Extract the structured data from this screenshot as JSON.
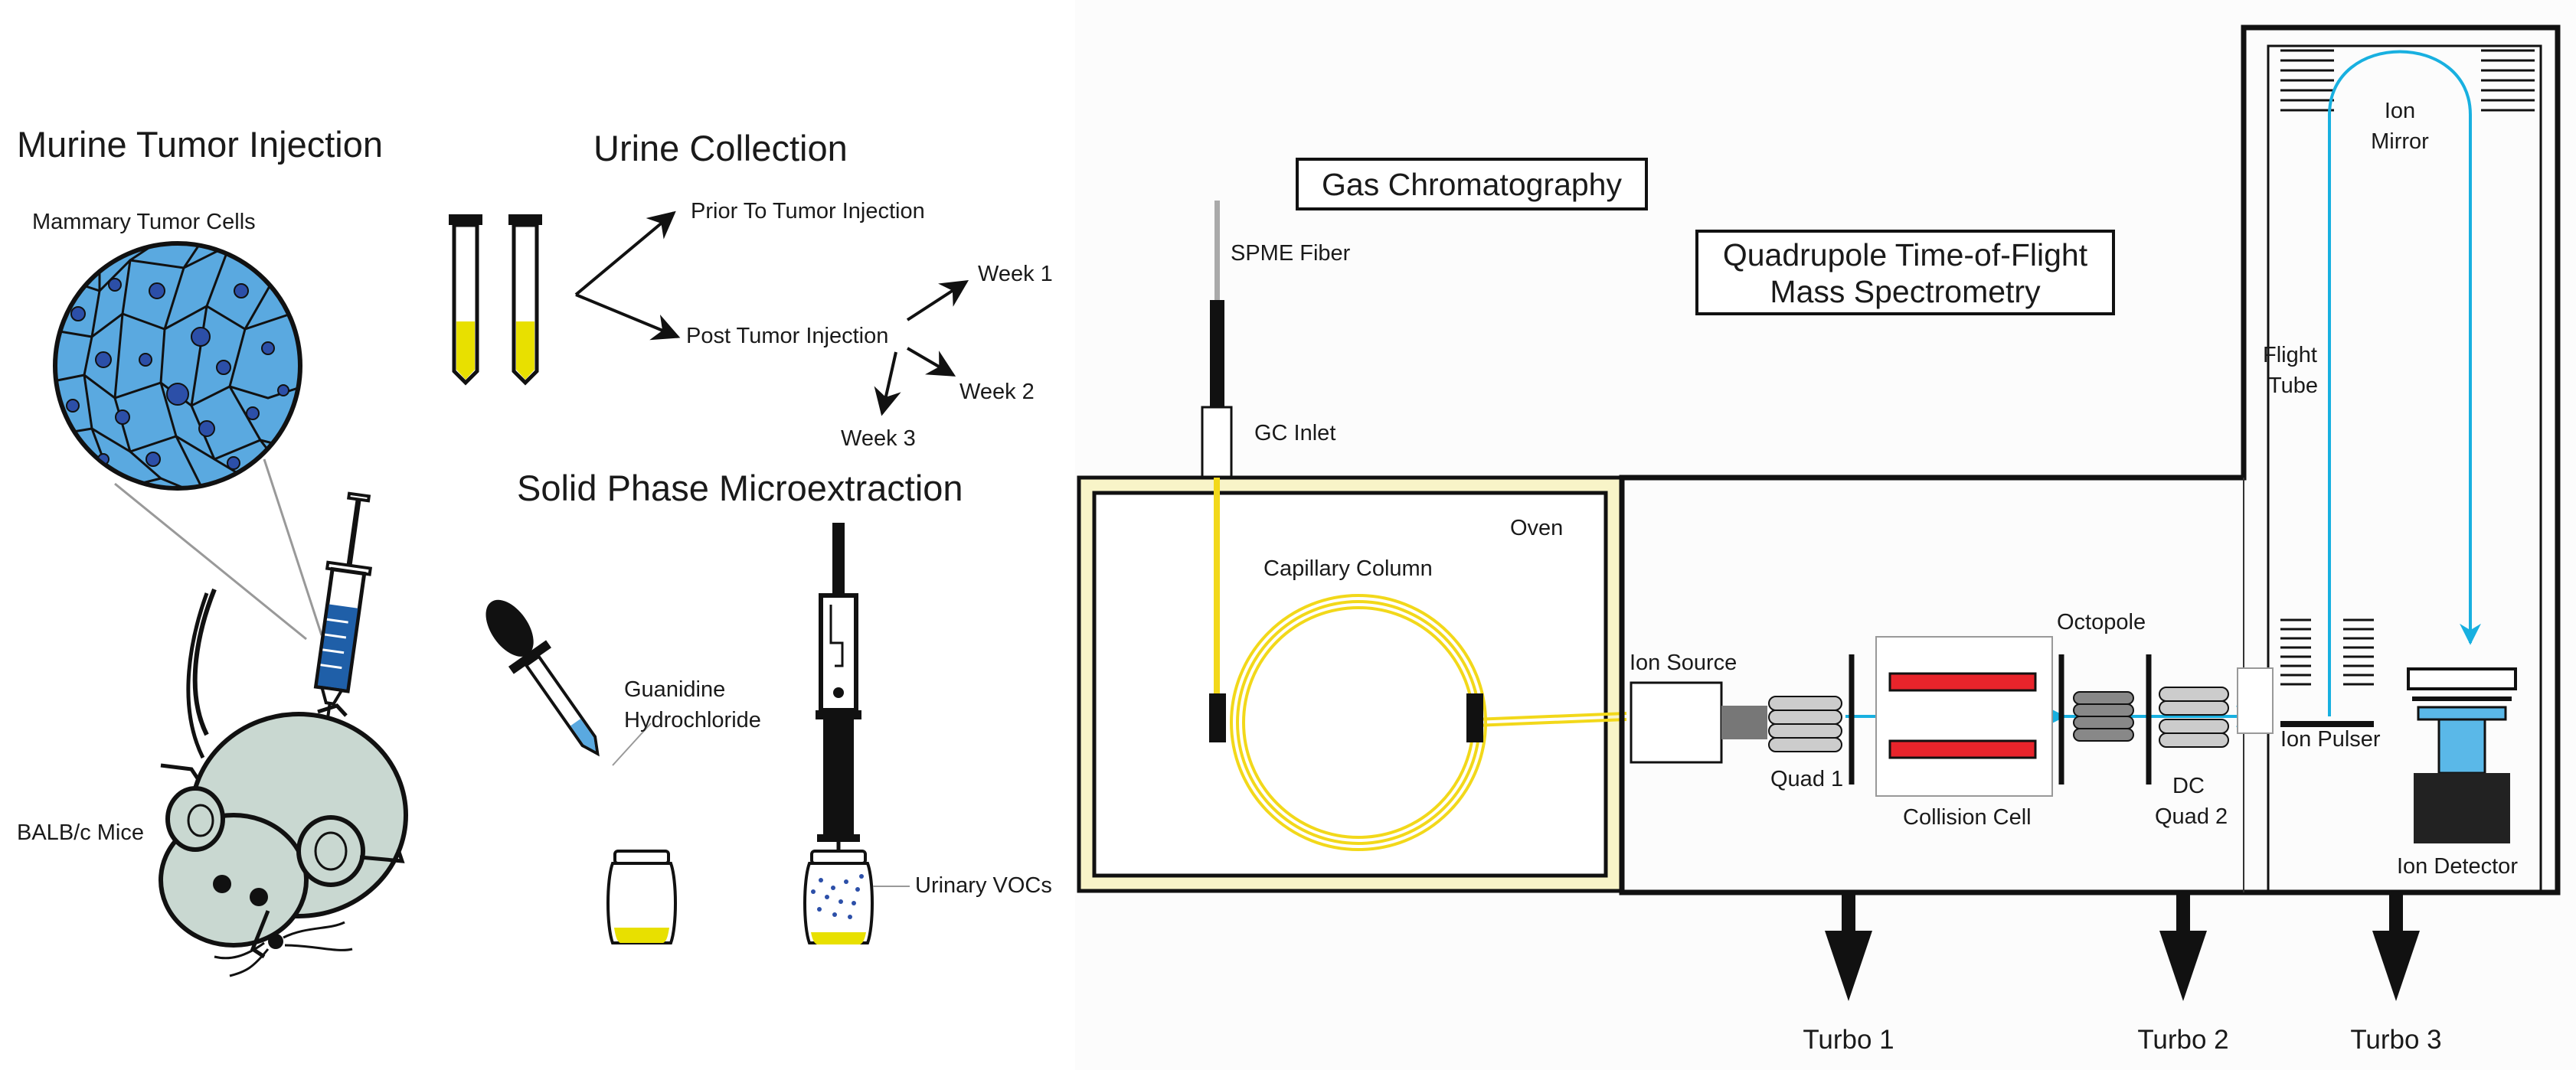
{
  "left_panel": {
    "murine": {
      "title": "Murine Tumor Injection",
      "cells_label": "Mammary Tumor Cells",
      "mice_label": "BALB/c Mice"
    },
    "urine": {
      "title": "Urine Collection",
      "prior_label": "Prior To Tumor Injection",
      "post_label": "Post Tumor Injection",
      "week1": "Week 1",
      "week2": "Week 2",
      "week3": "Week 3"
    },
    "spme": {
      "title": "Solid Phase Microextraction",
      "reagent_line1": "Guanidine",
      "reagent_line2": "Hydrochloride",
      "vocs_label": "Urinary VOCs"
    }
  },
  "instrument": {
    "gc_title": "Gas Chromatography",
    "ms_title_line1": "Quadrupole Time-of-Flight",
    "ms_title_line2": "Mass Spectrometry",
    "spme_fiber": "SPME Fiber",
    "gc_inlet": "GC Inlet",
    "oven": "Oven",
    "capillary_column": "Capillary Column",
    "ion_source": "Ion Source",
    "quad1": "Quad 1",
    "collision_cell": "Collision Cell",
    "octopole": "Octopole",
    "dc_quad2_line1": "DC",
    "dc_quad2_line2": "Quad 2",
    "flight_tube_line1": "Flight",
    "flight_tube_line2": "Tube",
    "ion_mirror_line1": "Ion",
    "ion_mirror_line2": "Mirror",
    "ion_pulser": "Ion Pulser",
    "ion_detector": "Ion Detector",
    "turbo1": "Turbo 1",
    "turbo2": "Turbo 2",
    "turbo3": "Turbo 3"
  },
  "colors": {
    "cell_blue": "#5aa9e0",
    "urine_yellow": "#e8e000",
    "column_yellow": "#f2e13a",
    "ion_beam": "#18b0e0",
    "lens_red": "#e8242b",
    "mouse_gray": "#c9d8d1",
    "oven_fill": "#f8f4c8"
  }
}
